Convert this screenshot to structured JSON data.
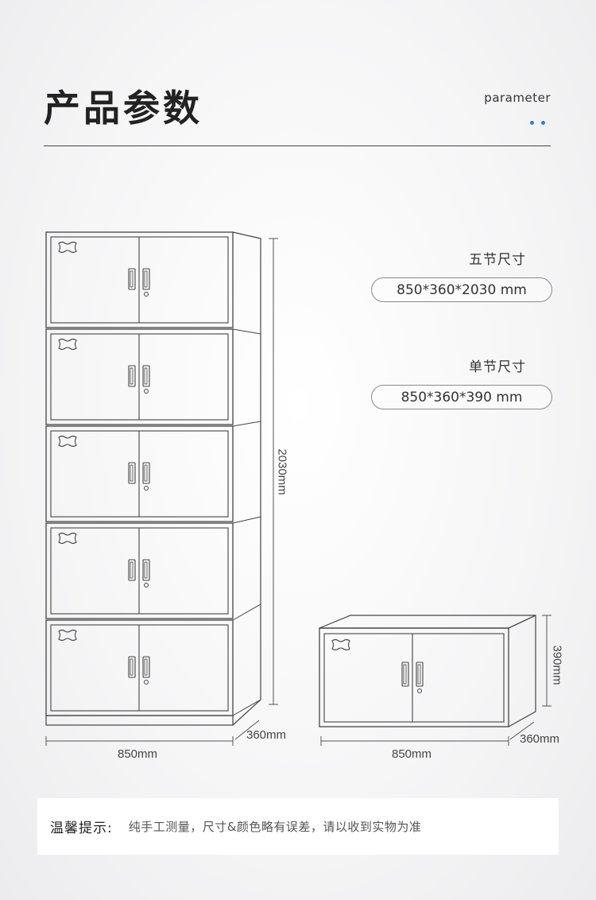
{
  "header": {
    "title": "产品参数",
    "subtitle": "parameter"
  },
  "specs": [
    {
      "label": "五节尺寸",
      "value": "850*360*2030 mm"
    },
    {
      "label": "单节尺寸",
      "value": "850*360*390 mm"
    }
  ],
  "dimensions": {
    "tall_width": "850mm",
    "tall_depth": "360mm",
    "tall_height": "2030mm",
    "single_width": "850mm",
    "single_depth": "360mm",
    "single_height": "390mm"
  },
  "tip": {
    "label": "温馨提示:",
    "text": "纯手工测量，尺寸&颜色略有误差，请以收到实物为准"
  }
}
